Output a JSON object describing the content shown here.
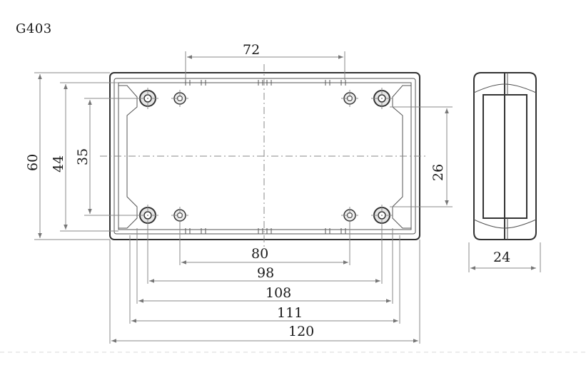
{
  "title": "G403",
  "dimensions": {
    "top_hole_spacing": "72",
    "height_outer": "60",
    "height_inner": "44",
    "height_holes": "35",
    "right_holes": "26",
    "bottom_80": "80",
    "bottom_98": "98",
    "bottom_108": "108",
    "bottom_111": "111",
    "bottom_120": "120",
    "side_depth": "24"
  }
}
